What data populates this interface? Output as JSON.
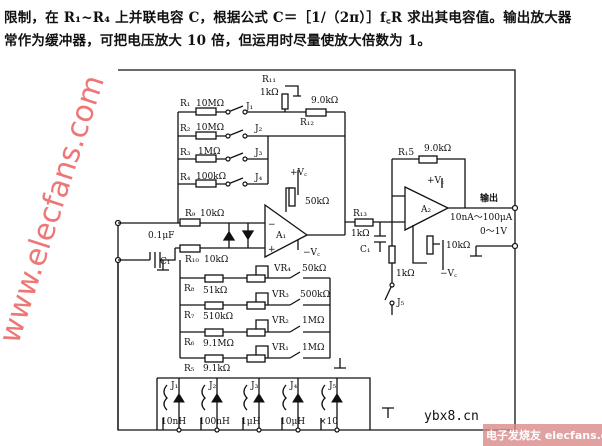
{
  "text": {
    "line1": "限制，在 R₁~R₄ 上并联电容 C，根据公式 C＝［1/（2π）］f꜀R 求出其电容值。输出放大器",
    "line2": "常作为缓冲器，可把电压放大 10 倍，但运用时尽量使放大倍数为 1。"
  },
  "circuit": {
    "R1": "R₁",
    "R1_val": "10MΩ",
    "R2": "R₂",
    "R2_val": "10MΩ",
    "R3": "R₃",
    "R3_val": "1MΩ",
    "R4": "R₄",
    "R4_val": "100kΩ",
    "J1": "J₁",
    "J2": "J₂",
    "J3": "J₃",
    "J4": "J₄",
    "J5": "J₅",
    "R11": "R₁₁",
    "R11_val": "1kΩ",
    "R12": "R₁₂",
    "R12_val": "9.0kΩ",
    "R9": "R₉",
    "R9_val": "10kΩ",
    "R10": "R₁₀",
    "R10_val": "10kΩ",
    "C1_val": "0.1μF",
    "C1": "C₁",
    "A1": "A₁",
    "A2": "A₂",
    "pos_vc": "+V꜀",
    "neg_vc": "−V꜀",
    "pot1_val": "50kΩ",
    "R13": "R₁₃",
    "R13_val": "1kΩ",
    "C1b": "C₁",
    "R15": "R₁5",
    "R15_val": "9.0kΩ",
    "pot2_val": "10kΩ",
    "R14_val": "1kΩ",
    "output_label": "输出",
    "output_current": "10nA～100μA",
    "output_voltage": "0～1V",
    "VR4": "VR₄",
    "VR4_val": "50kΩ",
    "R8": "R₈",
    "R8_val": "51kΩ",
    "VR3": "VR₃",
    "VR3_val": "500kΩ",
    "R7": "R₇",
    "R7_val": "510kΩ",
    "VR2": "VR₂",
    "VR2_val": "1MΩ",
    "R6": "R₆",
    "R6_val": "9.1MΩ",
    "VR1": "VR₁",
    "VR1_val": "1MΩ",
    "R5": "R₅",
    "R5_val": "9.1kΩ",
    "relays": [
      {
        "name": "J₁",
        "label": "10nH"
      },
      {
        "name": "J₂",
        "label": "100nH"
      },
      {
        "name": "J₃",
        "label": "1μH"
      },
      {
        "name": "J₄",
        "label": "10μH"
      },
      {
        "name": "J₅",
        "label": "×10"
      }
    ]
  },
  "watermarks": {
    "diagonal": "www.elecfans.com",
    "site": "ybx8.cn",
    "logo": "电子发烧友 elecfans.com"
  },
  "colors": {
    "ink": "#111111",
    "watermark": "#e84a4a"
  }
}
